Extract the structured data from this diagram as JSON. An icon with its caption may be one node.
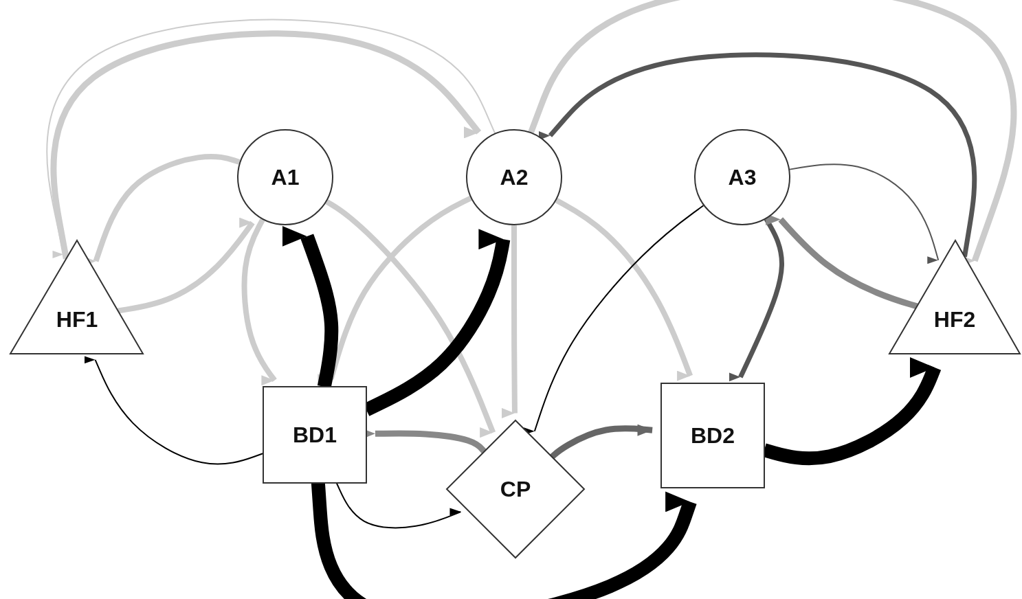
{
  "diagram": {
    "nodes": [
      {
        "text": [
          "A1"
        ]
      },
      {
        "text": [
          "A2"
        ]
      },
      {
        "text": [
          "A3"
        ]
      },
      {
        "text": [
          "HF1"
        ]
      },
      {
        "text": [
          "HF2"
        ]
      },
      {
        "text": [
          "BD1"
        ]
      },
      {
        "text": [
          "CP"
        ]
      },
      {
        "text": [
          "BD2"
        ]
      }
    ],
    "edges": [
      {
        "from": 1,
        "to": 3,
        "arrow": "to",
        "color": "#cccccc"
      },
      {
        "from": 3,
        "to": 1,
        "arrow": "to",
        "color": "#cccccc"
      },
      {
        "from": 0,
        "to": 3,
        "arrow": "to",
        "color": "#cccccc"
      },
      {
        "from": 3,
        "to": 0,
        "arrow": "to",
        "color": "#cccccc"
      },
      {
        "from": 0,
        "to": 5,
        "arrow": "to",
        "color": "#cccccc"
      },
      {
        "from": 0,
        "to": 6,
        "arrow": "to",
        "color": "#cccccc"
      },
      {
        "from": 1,
        "to": 5,
        "arrow": "to",
        "color": "#cccccc"
      },
      {
        "from": 1,
        "to": 6,
        "arrow": "to",
        "color": "#cccccc"
      },
      {
        "from": 1,
        "to": 7,
        "arrow": "to",
        "color": "#cccccc"
      },
      {
        "from": 1,
        "to": 4,
        "arrow": "to",
        "color": "#cccccc"
      },
      {
        "from": 4,
        "to": 1,
        "arrow": "to",
        "color": "#555555"
      },
      {
        "from": 2,
        "to": 4,
        "arrow": "to",
        "color": "#555555"
      },
      {
        "from": 2,
        "to": 7,
        "arrow": "to",
        "color": "#555555"
      },
      {
        "from": 4,
        "to": 2,
        "arrow": "to",
        "color": "#888888"
      },
      {
        "from": 6,
        "to": 5,
        "arrow": "to",
        "color": "#888888"
      },
      {
        "from": 6,
        "to": 7,
        "arrow": "to",
        "color": "#666666"
      },
      {
        "from": 5,
        "to": 0,
        "arrow": "to",
        "style": "thick",
        "color": "#000000"
      },
      {
        "from": 5,
        "to": 1,
        "arrow": "to",
        "style": "thick",
        "color": "#000000"
      },
      {
        "from": 5,
        "to": 3,
        "arrow": "to",
        "color": "#000000"
      },
      {
        "from": 5,
        "to": 6,
        "arrow": "to",
        "color": "#000000"
      },
      {
        "from": 5,
        "to": 7,
        "arrow": "to",
        "style": "thick",
        "color": "#000000"
      },
      {
        "from": 7,
        "to": 4,
        "arrow": "to",
        "style": "thick",
        "color": "#000000"
      },
      {
        "from": 2,
        "to": 6,
        "arrow": "to",
        "color": "#000000"
      }
    ]
  }
}
